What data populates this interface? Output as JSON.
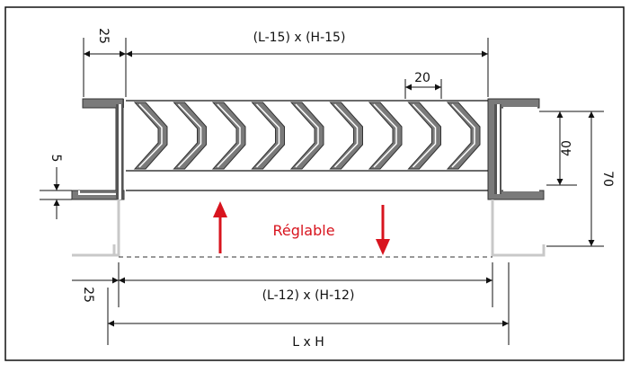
{
  "labels": {
    "top_outer_width": "25",
    "top_inner_width": "(L-15) x (H-15)",
    "blade_pitch": "20",
    "height_inner": "40",
    "height_outer": "70",
    "frame_thickness": "5",
    "adjustable": "Réglable",
    "bottom_outer_width": "25",
    "bottom_inner_width": "(L-12) x (H-12)",
    "overall_size": "L x H"
  },
  "colors": {
    "line": "#111111",
    "frame_dark": "#555555",
    "frame_mid": "#7a7a7a",
    "ghost": "#c8c8c8",
    "accent": "#d8141e"
  },
  "icons": {
    "up_arrow": "up-arrow-icon",
    "down_arrow": "down-arrow-icon"
  }
}
